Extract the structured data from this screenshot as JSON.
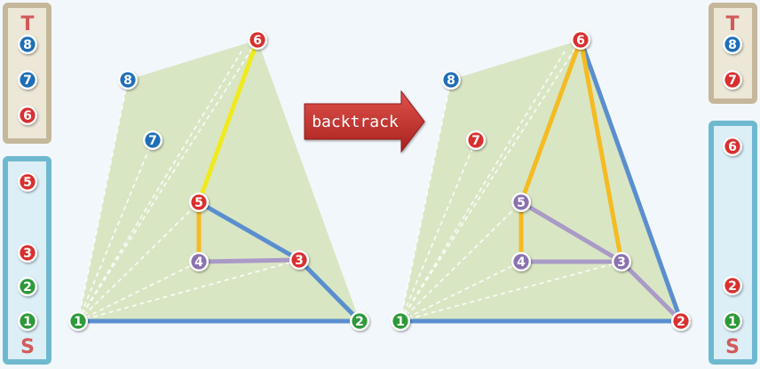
{
  "colors": {
    "red": "#d93030",
    "blue": "#1f6fb8",
    "green": "#2e9a3a",
    "purple": "#8a72b0",
    "hull_fill": "#d9e6c4",
    "hull_edge": "#5a8fcf",
    "yellow": "#f0ea1e",
    "orange": "#f4bb23",
    "lavender": "#aa9ac6",
    "dashed": "#ffffff",
    "arrow": "#c0302c",
    "t_stack_fill": "#ede7d8",
    "t_stack_border": "#c4b79a",
    "s_stack_fill": "#dceef6",
    "s_stack_border": "#6fb9d0"
  },
  "arrow": {
    "label": "backtrack"
  },
  "before": {
    "t_stack": {
      "letter": "T",
      "items": [
        "8",
        "7",
        "6"
      ]
    },
    "s_stack": {
      "letter": "S",
      "items": [
        "5",
        "3",
        "2",
        "1"
      ]
    },
    "points": [
      {
        "id": "1",
        "label": "1",
        "color": "green"
      },
      {
        "id": "2",
        "label": "2",
        "color": "green"
      },
      {
        "id": "3",
        "label": "3",
        "color": "red"
      },
      {
        "id": "4",
        "label": "4",
        "color": "purple"
      },
      {
        "id": "5",
        "label": "5",
        "color": "red"
      },
      {
        "id": "6",
        "label": "6",
        "color": "red"
      },
      {
        "id": "7",
        "label": "7",
        "color": "blue"
      },
      {
        "id": "8",
        "label": "8",
        "color": "blue"
      }
    ]
  },
  "after": {
    "t_stack": {
      "letter": "T",
      "items": [
        "8",
        "7"
      ]
    },
    "s_stack": {
      "letter": "S",
      "items": [
        "6",
        "2",
        "1"
      ]
    },
    "points": [
      {
        "id": "1",
        "label": "1",
        "color": "green"
      },
      {
        "id": "2",
        "label": "2",
        "color": "red"
      },
      {
        "id": "3",
        "label": "3",
        "color": "purple"
      },
      {
        "id": "4",
        "label": "4",
        "color": "purple"
      },
      {
        "id": "5",
        "label": "5",
        "color": "purple"
      },
      {
        "id": "6",
        "label": "6",
        "color": "red"
      },
      {
        "id": "7",
        "label": "7",
        "color": "red"
      },
      {
        "id": "8",
        "label": "8",
        "color": "blue"
      }
    ]
  }
}
